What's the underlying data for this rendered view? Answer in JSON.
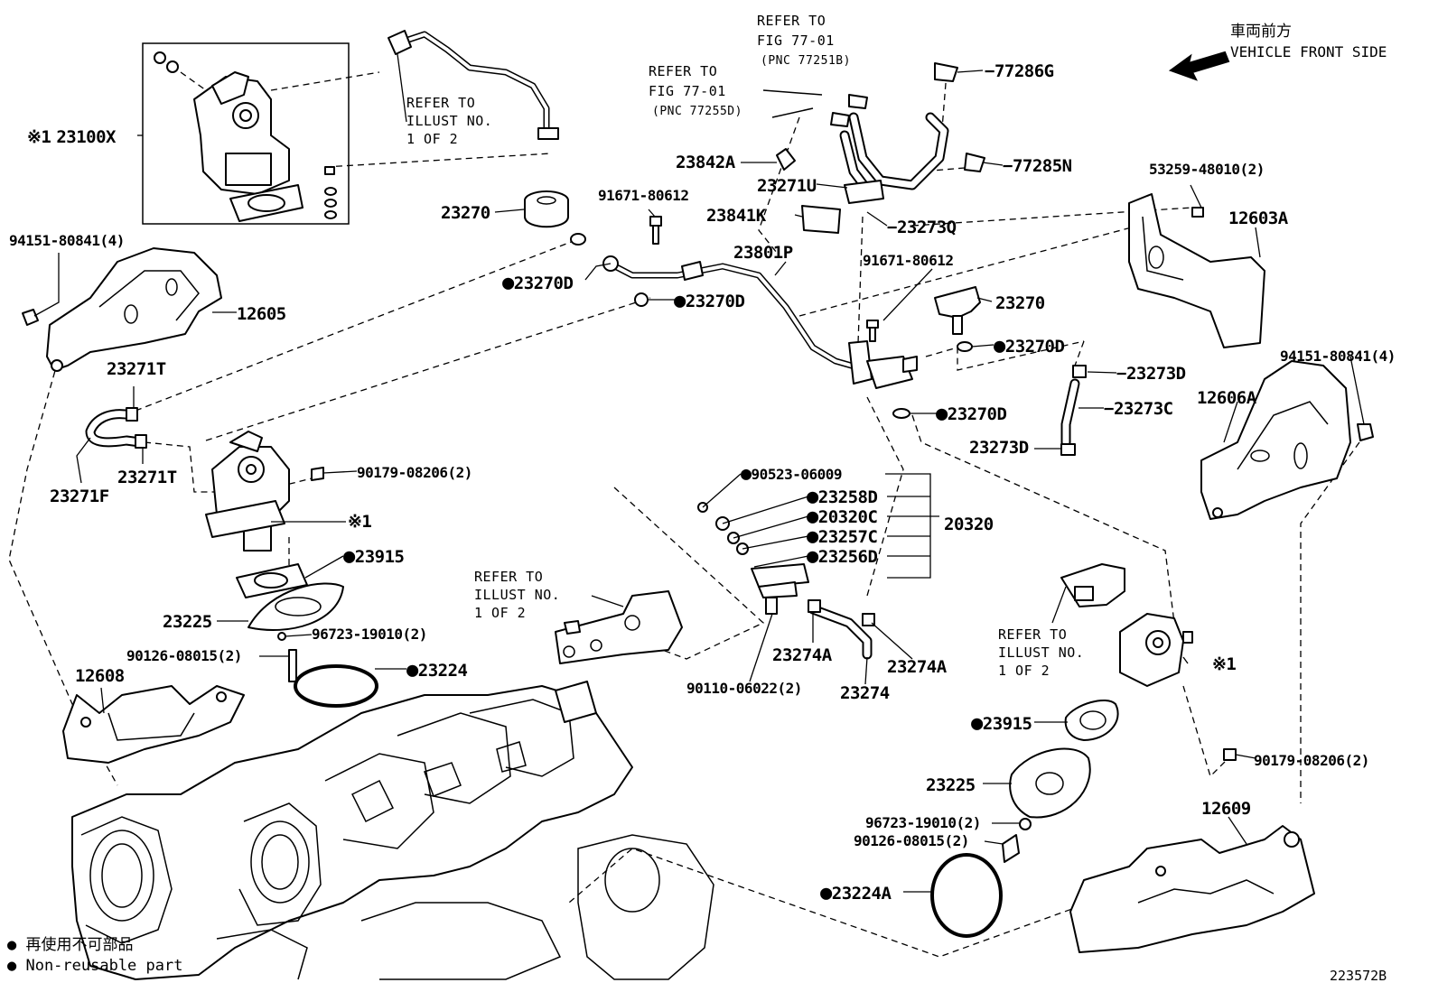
{
  "labels": {
    "l23100X": "23100X",
    "l1mark": "※1",
    "l23270a": "23270",
    "l23270b": "23270",
    "l23270D1": "23270D",
    "l23270D2": "23270D",
    "l23270D3": "23270D",
    "l23270D4": "23270D",
    "l91671a": "91671-80612",
    "l91671b": "91671-80612",
    "l23801P": "23801P",
    "l23842A": "23842A",
    "l23271U": "23271U",
    "l23841K": "23841K",
    "l23273Q": "23273Q",
    "l77286G": "77286G",
    "l77285N": "77285N",
    "l53259": "53259-48010(2)",
    "l12603A": "12603A",
    "l94151a": "94151-80841(4)",
    "l94151b": "94151-80841(4)",
    "l12605": "12605",
    "l12606A": "12606A",
    "l23273D1": "23273D",
    "l23273D2": "23273D",
    "l23273C": "23273C",
    "l23271T1": "23271T",
    "l23271T2": "23271T",
    "l23271F": "23271F",
    "l90179a": "90179-08206(2)",
    "l90179b": "90179-08206(2)",
    "l1mark2": "※1",
    "l1mark3": "※1",
    "l23915a": "23915",
    "l23915b": "23915",
    "l23225a": "23225",
    "l23225b": "23225",
    "l96723a": "96723-19010(2)",
    "l96723b": "96723-19010(2)",
    "l90126a": "90126-08015(2)",
    "l90126b": "90126-08015(2)",
    "l23224": "23224",
    "l23224A": "23224A",
    "l12608": "12608",
    "l12609": "12609",
    "l90523": "90523-06009",
    "l23258D": "23258D",
    "l20320C": "20320C",
    "l23257C": "23257C",
    "l23256D": "23256D",
    "l20320": "20320",
    "l90110": "90110-06022(2)",
    "l23274A1": "23274A",
    "l23274A2": "23274A",
    "l23274": "23274"
  },
  "notes": {
    "refer_fig_a": [
      "REFER TO",
      "FIG 77-01",
      "(PNC 77251B)"
    ],
    "refer_fig_b": [
      "REFER TO",
      "FIG 77-01",
      "(PNC 77255D)"
    ],
    "refer_illust_a": [
      "REFER TO",
      "ILLUST NO.",
      "1 OF 2"
    ],
    "refer_illust_b": [
      "REFER TO",
      "ILLUST NO.",
      "1 OF 2"
    ],
    "refer_illust_c": [
      "REFER TO",
      "ILLUST NO.",
      "1 OF 2"
    ]
  },
  "orientation": {
    "jp": "車両前方",
    "en": "VEHICLE FRONT SIDE"
  },
  "legend": {
    "jp": "● 再使用不可部品",
    "en": "● Non-reusable part"
  },
  "figure_id": "223572B",
  "icons": {
    "non_reusable_marker": "filled-circle",
    "front_arrow": "arrow-left-icon"
  }
}
